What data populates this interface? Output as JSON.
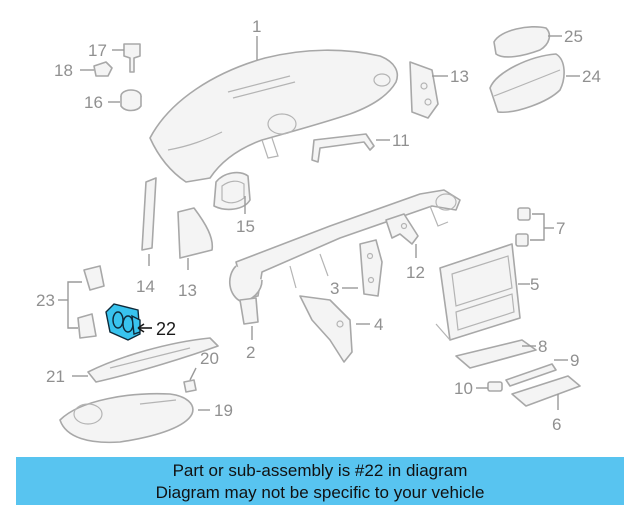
{
  "diagram": {
    "highlight_part": "22",
    "highlight_color": "#38c3ee",
    "banner_color": "#58c4f0",
    "labels": {
      "p1": "1",
      "p2": "2",
      "p3": "3",
      "p4": "4",
      "p5": "5",
      "p6": "6",
      "p7": "7",
      "p8": "8",
      "p9": "9",
      "p10": "10",
      "p11": "11",
      "p12": "12",
      "p13a": "13",
      "p13b": "13",
      "p14": "14",
      "p15": "15",
      "p16": "16",
      "p17": "17",
      "p18": "18",
      "p19": "19",
      "p20": "20",
      "p21": "21",
      "p22": "22",
      "p23": "23",
      "p24": "24",
      "p25": "25"
    }
  },
  "banner": {
    "line1": "Part or sub-assembly is #22 in diagram",
    "line2": "Diagram may not be specific to your vehicle"
  }
}
